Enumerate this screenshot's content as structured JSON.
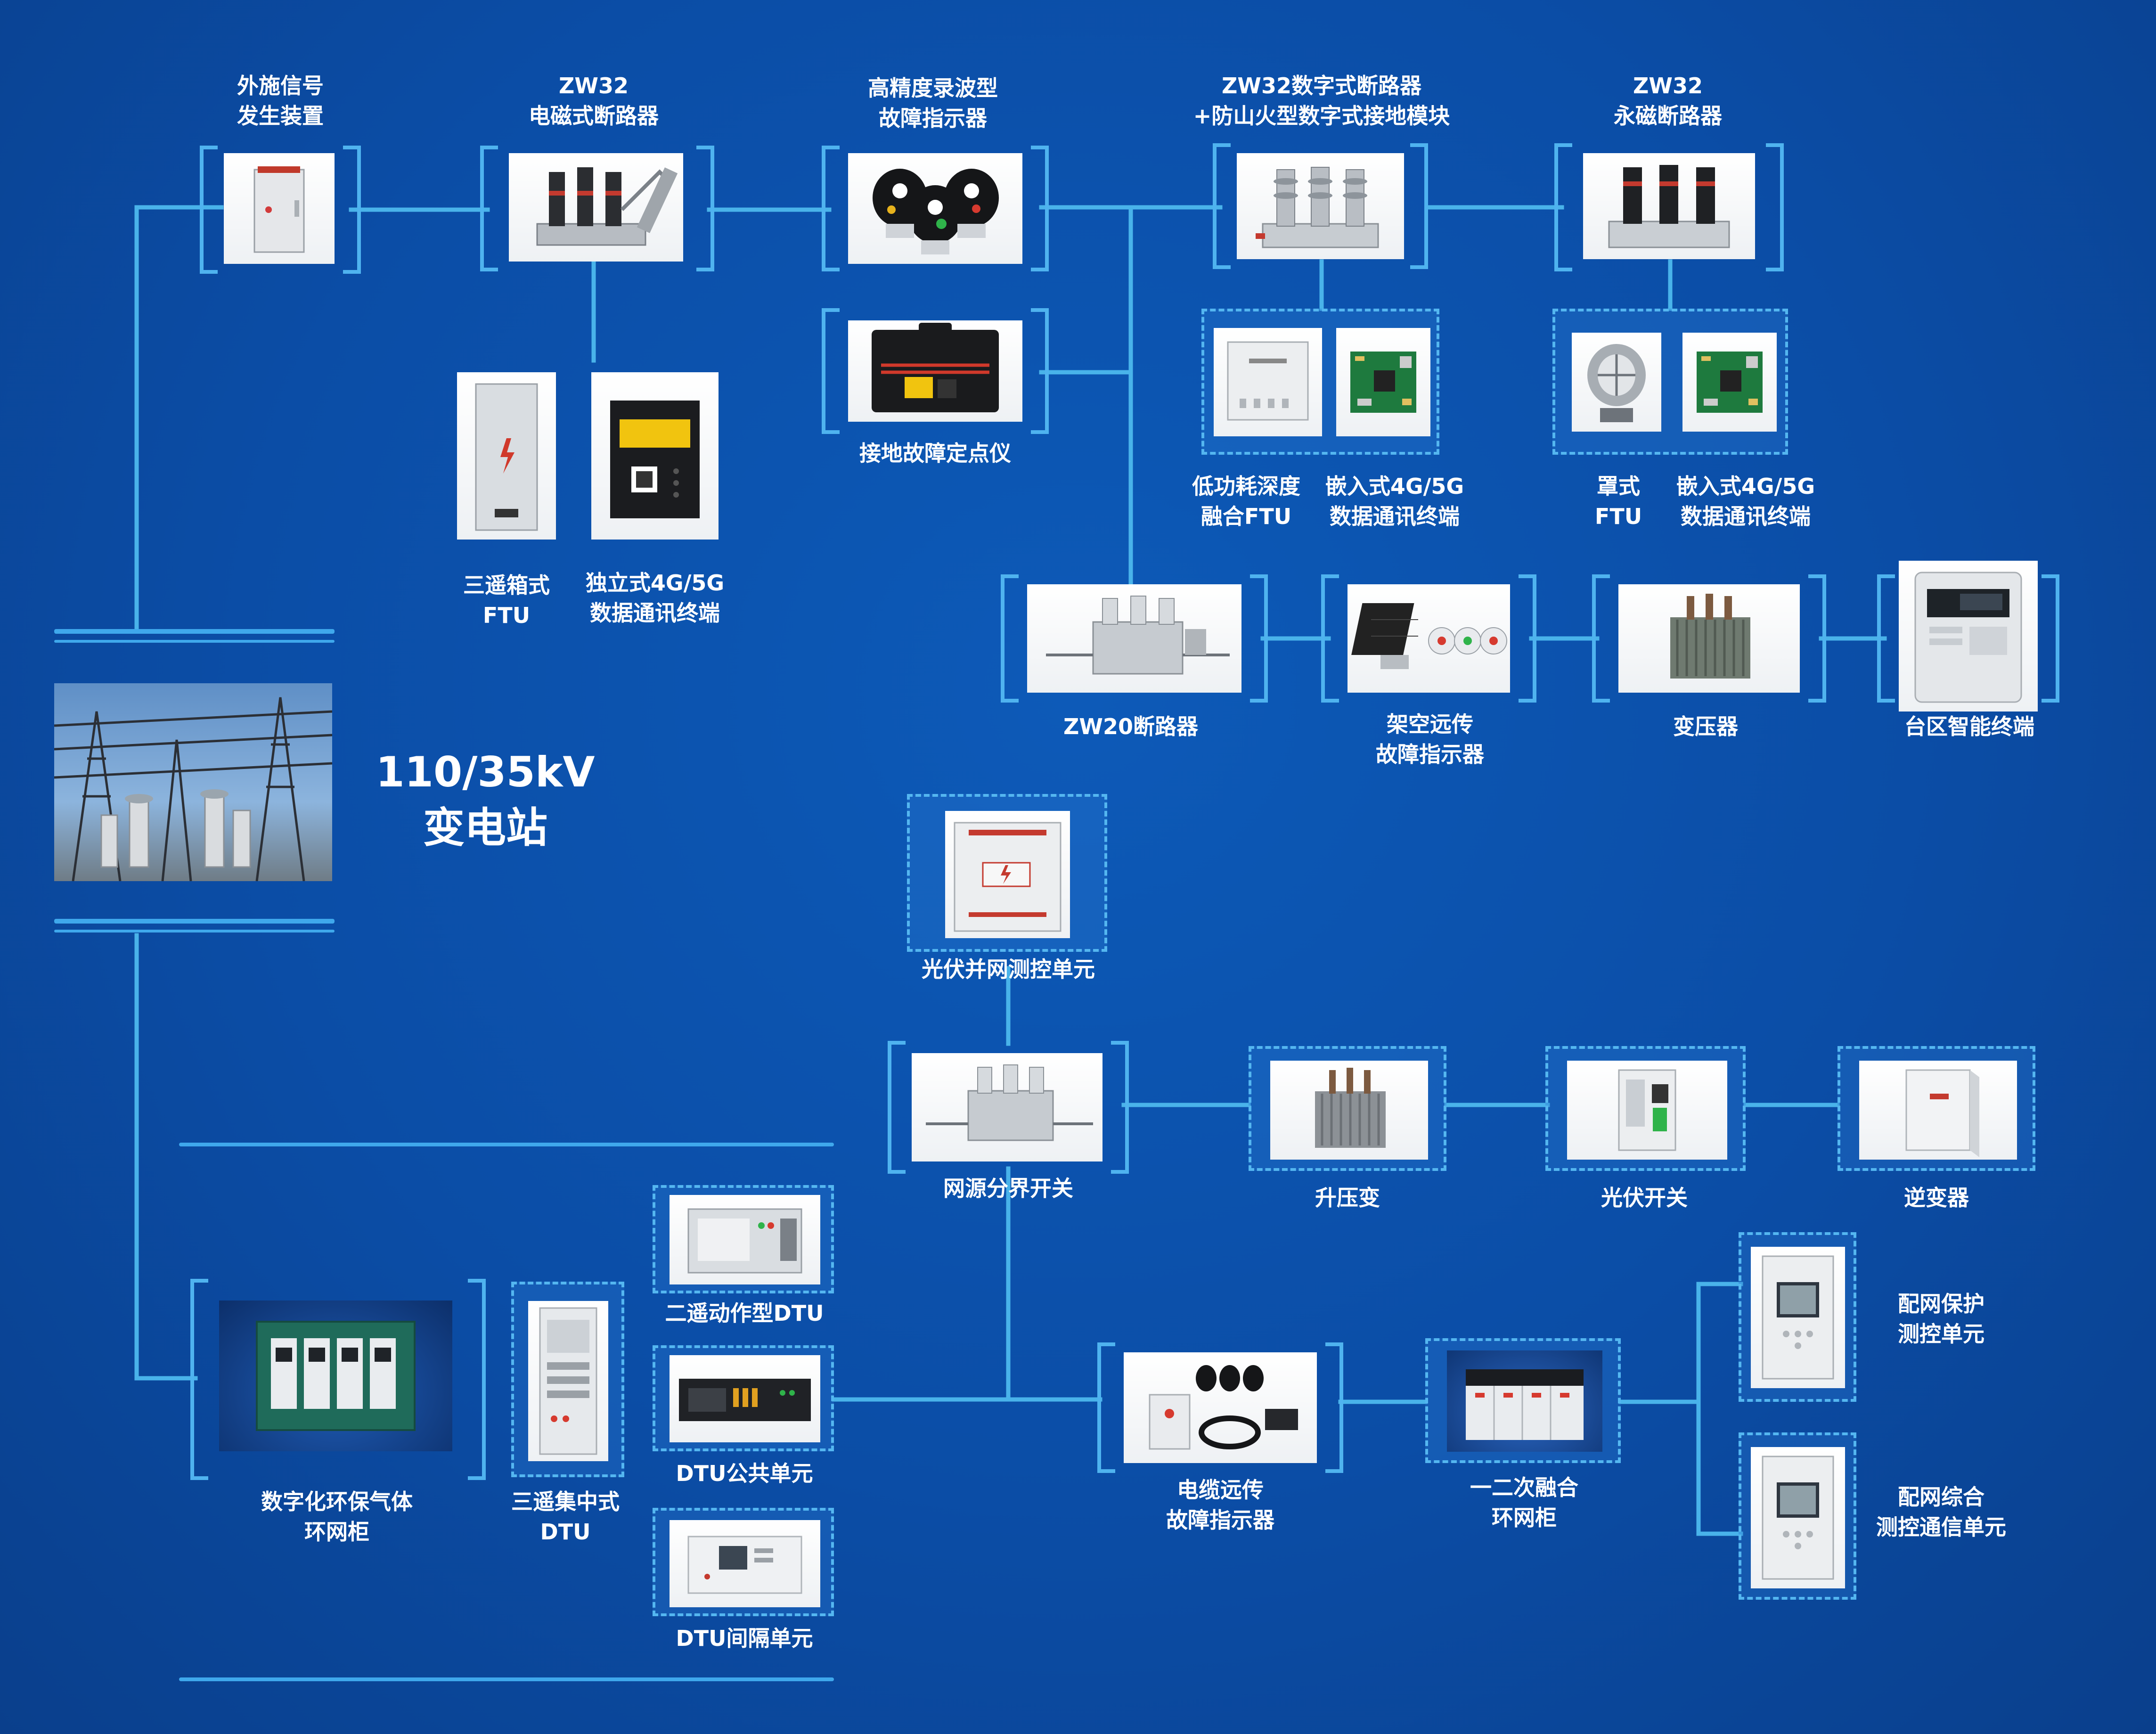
{
  "substation": {
    "line1": "110/35kV",
    "line2": "变电站"
  },
  "top_chain": {
    "signal_generator": {
      "line1": "外施信号",
      "line2": "发生装置",
      "icon": "cabinet-icon"
    },
    "zw32_em": {
      "line1": "ZW32",
      "line2": "电磁式断路器",
      "icon": "breaker-icon"
    },
    "hp_indicator": {
      "line1": "高精度录波型",
      "line2": "故障指示器",
      "icon": "fault-indicator-icon"
    },
    "zw32_digital": {
      "line1": "ZW32数字式断路器",
      "line2": "+防山火型数字式接地模块",
      "icon": "breaker-icon"
    },
    "zw32_pm": {
      "line1": "ZW32",
      "line2": "永磁断路器",
      "icon": "breaker-icon"
    }
  },
  "ground_locator": {
    "label": "接地故障定点仪",
    "icon": "toolcase-icon"
  },
  "em_sub": {
    "ftu": {
      "line1": "三遥箱式",
      "line2": "FTU",
      "icon": "ftu-box-icon"
    },
    "terminal": {
      "line1": "独立式4G/5G",
      "line2": "数据通讯终端",
      "icon": "terminal-icon"
    }
  },
  "digital_sub": {
    "ftu": {
      "line1": "低功耗深度",
      "line2": "融合FTU",
      "icon": "ftu-icon"
    },
    "terminal": {
      "line1": "嵌入式4G/5G",
      "line2": "数据通讯终端",
      "icon": "pcb-icon"
    }
  },
  "pm_sub": {
    "ftu": {
      "line1": "罩式",
      "line2": "FTU",
      "icon": "hood-ftu-icon"
    },
    "terminal": {
      "line1": "嵌入式4G/5G",
      "line2": "数据通讯终端",
      "icon": "pcb-icon"
    }
  },
  "middle_chain": {
    "zw20": {
      "label": "ZW20断路器",
      "icon": "breaker-icon"
    },
    "overhead_indicator": {
      "line1": "架空远传",
      "line2": "故障指示器",
      "icon": "solar-indicator-icon"
    },
    "transformer": {
      "label": "变压器",
      "icon": "transformer-icon"
    },
    "district_terminal": {
      "label": "台区智能终端",
      "icon": "meter-icon"
    }
  },
  "pv": {
    "control_unit": {
      "label": "光伏并网测控单元",
      "icon": "pv-box-icon"
    },
    "boundary_switch": {
      "label": "网源分界开关",
      "icon": "breaker-icon"
    },
    "step_up": {
      "label": "升压变",
      "icon": "transformer-icon"
    },
    "pv_switch": {
      "label": "光伏开关",
      "icon": "switch-cabinet-icon"
    },
    "inverter": {
      "label": "逆变器",
      "icon": "inverter-icon"
    }
  },
  "ring_unit": {
    "cabinet": {
      "line1": "数字化环保气体",
      "line2": "环网柜",
      "icon": "ring-cabinet-icon"
    },
    "dtu_central": {
      "line1": "三遥集中式",
      "line2": "DTU",
      "icon": "dtu-cabinet-icon"
    },
    "dtu_two": {
      "label": "二遥动作型DTU",
      "icon": "dtu-icon"
    },
    "dtu_public": {
      "label": "DTU公共单元",
      "icon": "rack-icon"
    },
    "dtu_interval": {
      "label": "DTU间隔单元",
      "icon": "panel-icon"
    }
  },
  "cable": {
    "indicator": {
      "line1": "电缆远传",
      "line2": "故障指示器",
      "icon": "cable-indicator-icon"
    },
    "fusion_cabinet": {
      "line1": "一二次融合",
      "line2": "环网柜",
      "icon": "switchgear-icon"
    },
    "protection": {
      "line1": "配网保护",
      "line2": "测控单元",
      "icon": "relay-icon"
    },
    "comm": {
      "line1": "配网综合",
      "line2": "测控通信单元",
      "icon": "relay-icon"
    }
  },
  "colors": {
    "background": "#0b4da6",
    "line": "#49b3ea",
    "frame": "#4fb3ef",
    "label": "#ffffff"
  }
}
